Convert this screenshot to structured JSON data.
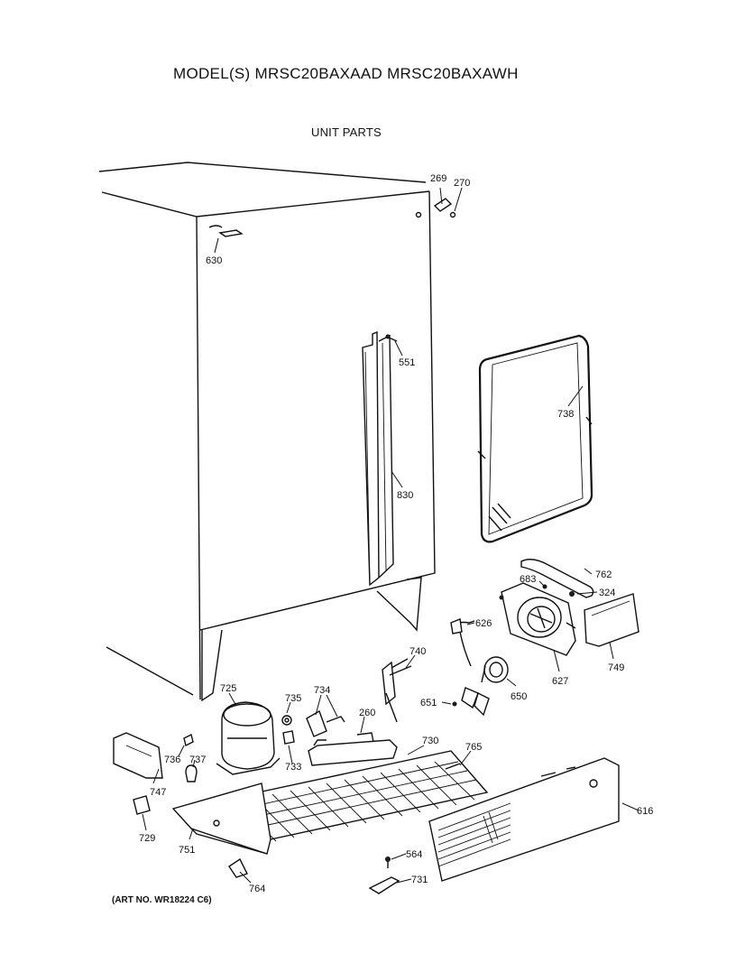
{
  "header": {
    "title": "MODEL(S) MRSC20BAXAAD  MRSC20BAXAWH",
    "subtitle": "UNIT PARTS"
  },
  "footer": {
    "art_number": "(ART NO. WR18224 C6)"
  },
  "parts": [
    {
      "id": "p269",
      "label": "269"
    },
    {
      "id": "p270",
      "label": "270"
    },
    {
      "id": "p630",
      "label": "630"
    },
    {
      "id": "p551",
      "label": "551"
    },
    {
      "id": "p738",
      "label": "738"
    },
    {
      "id": "p830",
      "label": "830"
    },
    {
      "id": "p683",
      "label": "683"
    },
    {
      "id": "p762",
      "label": "762"
    },
    {
      "id": "p324",
      "label": "324"
    },
    {
      "id": "p626",
      "label": "626"
    },
    {
      "id": "p749",
      "label": "749"
    },
    {
      "id": "p627",
      "label": "627"
    },
    {
      "id": "p740",
      "label": "740"
    },
    {
      "id": "p650",
      "label": "650"
    },
    {
      "id": "p651",
      "label": "651"
    },
    {
      "id": "p725",
      "label": "725"
    },
    {
      "id": "p735",
      "label": "735"
    },
    {
      "id": "p734",
      "label": "734"
    },
    {
      "id": "p260",
      "label": "260"
    },
    {
      "id": "p730",
      "label": "730"
    },
    {
      "id": "p765",
      "label": "765"
    },
    {
      "id": "p736",
      "label": "736"
    },
    {
      "id": "p737",
      "label": "737"
    },
    {
      "id": "p733",
      "label": "733"
    },
    {
      "id": "p747",
      "label": "747"
    },
    {
      "id": "p616",
      "label": "616"
    },
    {
      "id": "p729",
      "label": "729"
    },
    {
      "id": "p751",
      "label": "751"
    },
    {
      "id": "p564",
      "label": "564"
    },
    {
      "id": "p731",
      "label": "731"
    },
    {
      "id": "p764",
      "label": "764"
    }
  ]
}
